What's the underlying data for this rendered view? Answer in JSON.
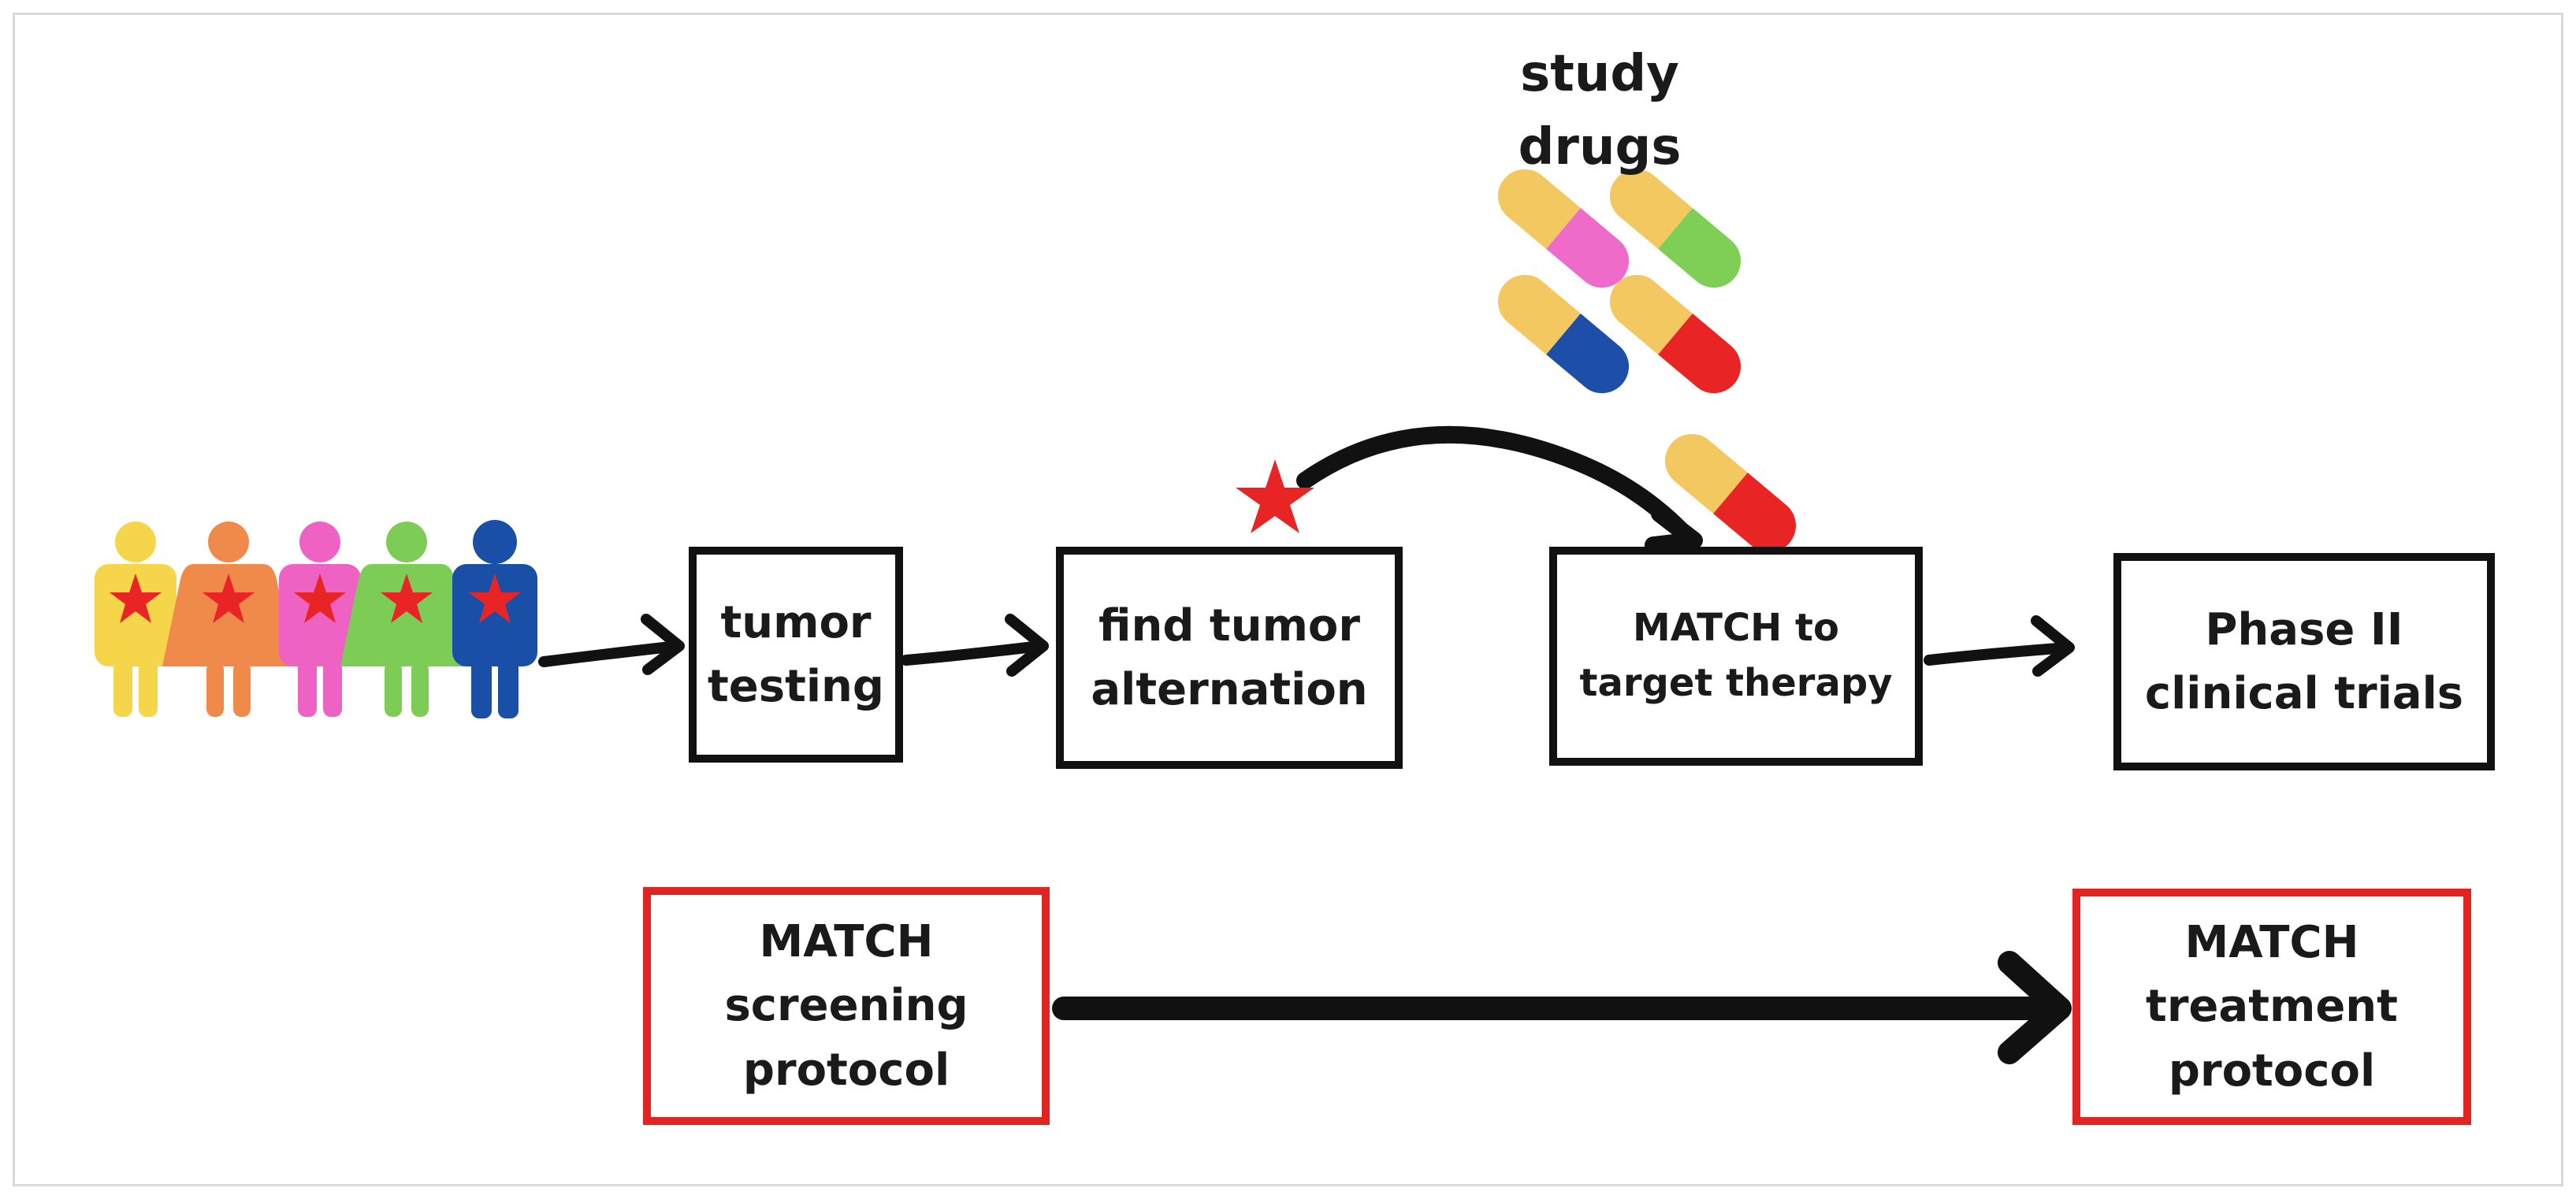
{
  "drugs_label": "study\ndrugs",
  "steps": {
    "tumor_testing": "tumor\ntesting",
    "find_alteration": "find tumor\nalternation",
    "match_therapy": "MATCH to\ntarget therapy",
    "phase2": "Phase II\nclinical trials"
  },
  "protocols": {
    "screening": "MATCH\nscreening\nprotocol",
    "treatment": "MATCH\ntreatment\nprotocol"
  },
  "colors": {
    "person_yellow": "#f5d54a",
    "person_orange": "#f08a4b",
    "person_pink": "#ee62c3",
    "person_green": "#7ccc55",
    "person_blue": "#1a4fa8",
    "star_red": "#e82424",
    "capsule_yellow": "#f4c860",
    "capsule_pink": "#ef6bc9",
    "capsule_green": "#7fcf56",
    "capsule_blue": "#1d4fa8",
    "capsule_red": "#e82424",
    "box_black": "#111111",
    "box_red": "#e32222"
  }
}
